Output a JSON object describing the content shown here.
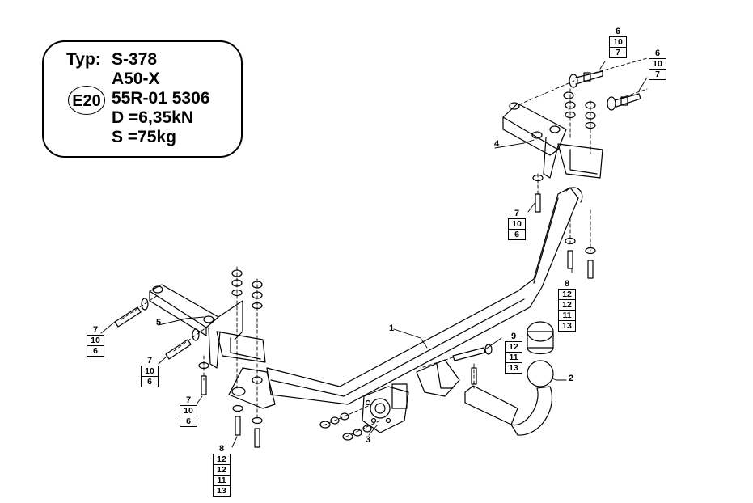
{
  "spec": {
    "typ_label": "Typ:",
    "model": "S-378",
    "vehicle": "A50-X",
    "approval_mark": "E20",
    "approval_number": "55R-01 5306",
    "d_value": "D =6,35kN",
    "s_value": "S =75kg"
  },
  "callouts": {
    "part1": "1",
    "part2": "2",
    "part3": "3",
    "part4": "4",
    "part5": "5"
  },
  "stacks": {
    "top_left": {
      "top": "6",
      "cells": [
        "10",
        "7"
      ]
    },
    "top_right": {
      "top": "6",
      "cells": [
        "10",
        "7"
      ]
    },
    "mid_right": {
      "top": "7",
      "cells": [
        "10",
        "6"
      ]
    },
    "right_bolts": {
      "top": "8",
      "cells": [
        "12",
        "12",
        "11",
        "13"
      ]
    },
    "center_bolt": {
      "top": "9",
      "cells": [
        "12",
        "11",
        "13"
      ]
    },
    "left_1": {
      "top": "7",
      "cells": [
        "10",
        "6"
      ]
    },
    "left_2": {
      "top": "7",
      "cells": [
        "10",
        "6"
      ]
    },
    "left_3": {
      "top": "7",
      "cells": [
        "10",
        "6"
      ]
    },
    "bottom_left": {
      "top": "8",
      "cells": [
        "12",
        "12",
        "11",
        "13"
      ]
    }
  },
  "colors": {
    "line": "#000000",
    "background": "#ffffff"
  }
}
